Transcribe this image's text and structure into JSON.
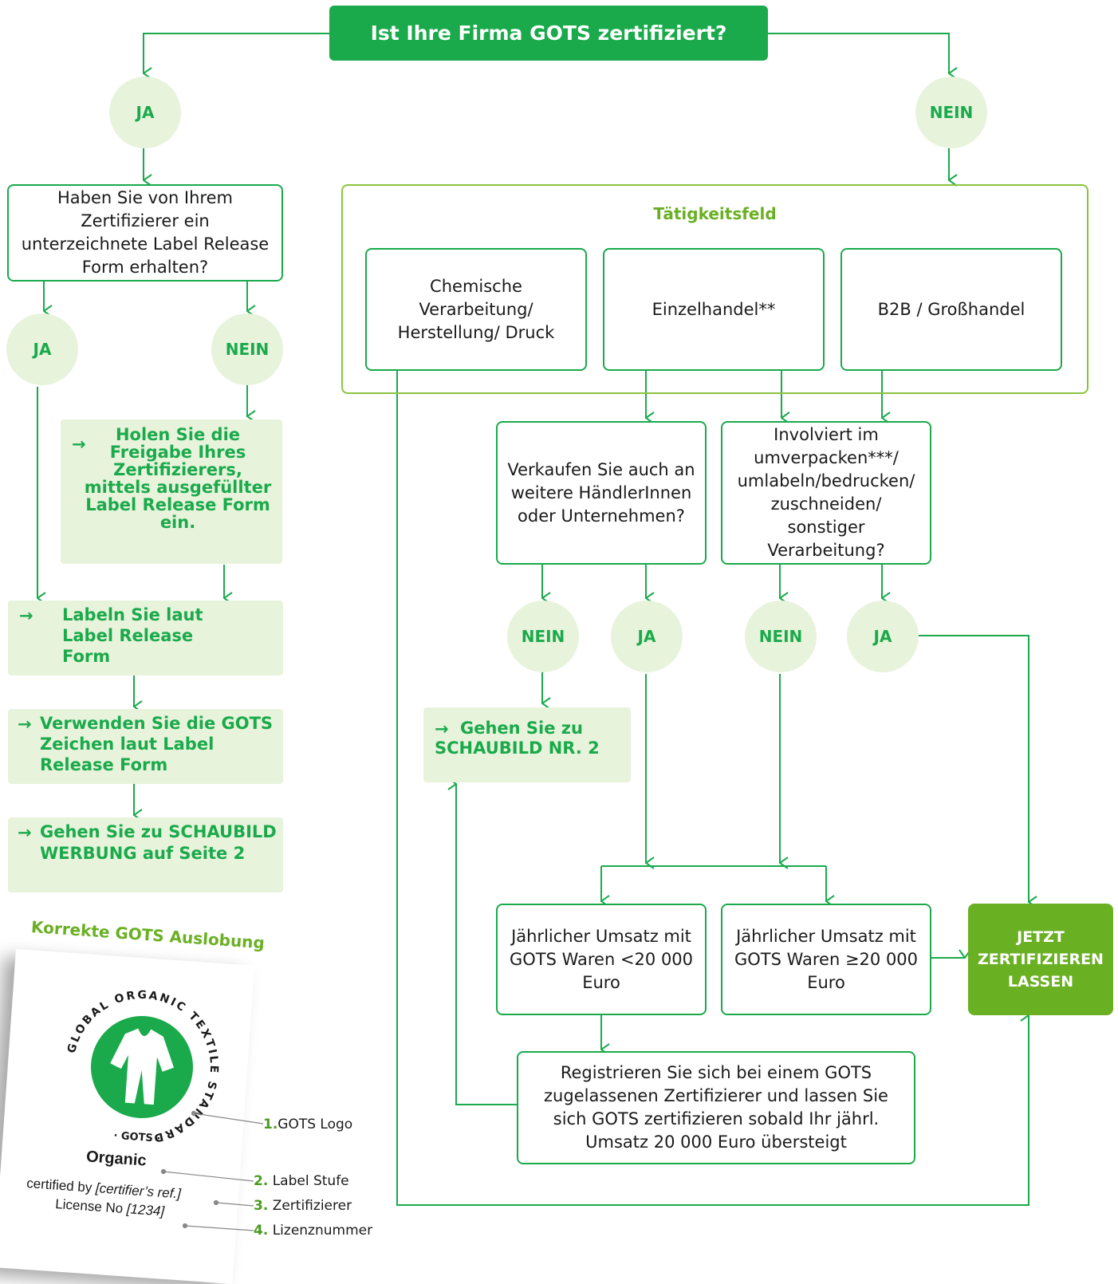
{
  "title": "Ist Ihre Firma GOTS zertifiziert?",
  "left": {
    "ja_top": "JA",
    "question": "Haben Sie von Ihrem Zertifizierer ein unterzeichnete Label Release Form erhalten?",
    "ja": "JA",
    "nein": "NEIN",
    "holen": "Holen Sie die Freigabe Ihres Zertifizierers, mittels ausgefüllter Label Release Form ein.",
    "labeln": "Labeln Sie laut Label Release Form",
    "verwenden": "Verwenden Sie die GOTS Zeichen laut Label Release Form",
    "gehen_werbung": "Gehen Sie zu SCHAUBILD WERBUNG auf Seite 2",
    "arrow": "→"
  },
  "right": {
    "nein_top": "NEIN",
    "group_label": "Tätigkeitsfeld",
    "chem": "Chemische Verarbeitung/ Herstellung/ Druck",
    "einzel": "Einzelhandel**",
    "b2b": "B2B / Großhandel",
    "verkaufen": "Verkaufen Sie auch an weitere HändlerInnen oder Unternehmen?",
    "involviert": "Involviert im umverpacken***/ umlabeln/bedrucken/ zuschneiden/ sonstiger Verarbeitung?",
    "nein1": "NEIN",
    "ja1": "JA",
    "nein2": "NEIN",
    "ja2": "JA",
    "gehen_schaubild": "Gehen Sie zu SCHAUBILD NR. 2",
    "umsatz_low": "Jährlicher Umsatz mit GOTS Waren <20 000 Euro",
    "umsatz_high": "Jährlicher Umsatz mit GOTS Waren ≥20 000 Euro",
    "cta": "JETZT ZERTIFIZIEREN LASSEN",
    "register": "Registrieren Sie sich bei einem GOTS zugelassenen Zertifizierer und lassen Sie sich GOTS zertifizieren sobald Ihr jährl. Umsatz 20 000 Euro übersteigt"
  },
  "label_example": {
    "heading": "Korrekte GOTS Auslobung",
    "logo_ring_text": "GLOBAL ORGANIC TEXTILE STANDARD",
    "logo_bottom": "· GOTS ·",
    "organic": "Organic",
    "certified": "certified by",
    "certified_ref": "[certifier’s ref.]",
    "license": "License No",
    "license_ref": "[1234]",
    "callouts": [
      {
        "num": "1.",
        "text": "GOTS Logo"
      },
      {
        "num": "2.",
        "text": "Label Stufe"
      },
      {
        "num": "3.",
        "text": "Zertifizierer"
      },
      {
        "num": "4.",
        "text": "Lizenznummer"
      }
    ]
  },
  "colors": {
    "green": "#1aaa4b",
    "light_green": "#e8f3dc",
    "lime": "#6ab023"
  }
}
